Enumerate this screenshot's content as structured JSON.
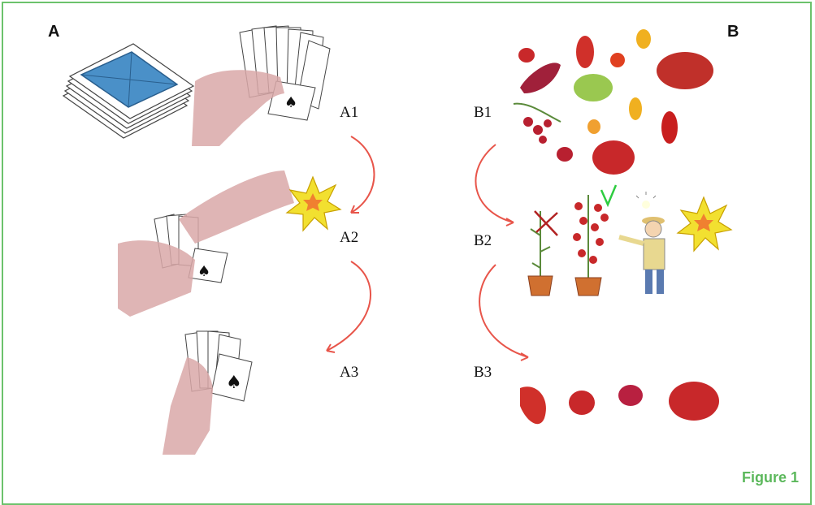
{
  "panels": {
    "left_letter": "A",
    "right_letter": "B"
  },
  "steps": {
    "a1": "A1",
    "a2": "A2",
    "a3": "A3",
    "b1": "B1",
    "b2": "B2",
    "b3": "B3"
  },
  "caption": "Figure 1",
  "colors": {
    "frame": "#6cc26c",
    "caption": "#5cb85c",
    "arrow": "#e8554a",
    "tomato_red": "#c8282a",
    "card_back": "#4a90c8",
    "hand": "#d9a8a8",
    "explosion": "#f2e030",
    "check": "#2ecc40",
    "cross": "#b22222"
  },
  "icons": [
    "card-deck-icon",
    "hand-of-cards-icon",
    "explosion-icon",
    "tomato-icon",
    "tomato-plant-icon",
    "farmer-icon",
    "lightbulb-icon",
    "check-mark-icon",
    "cross-mark-icon",
    "curved-arrow-icon"
  ]
}
